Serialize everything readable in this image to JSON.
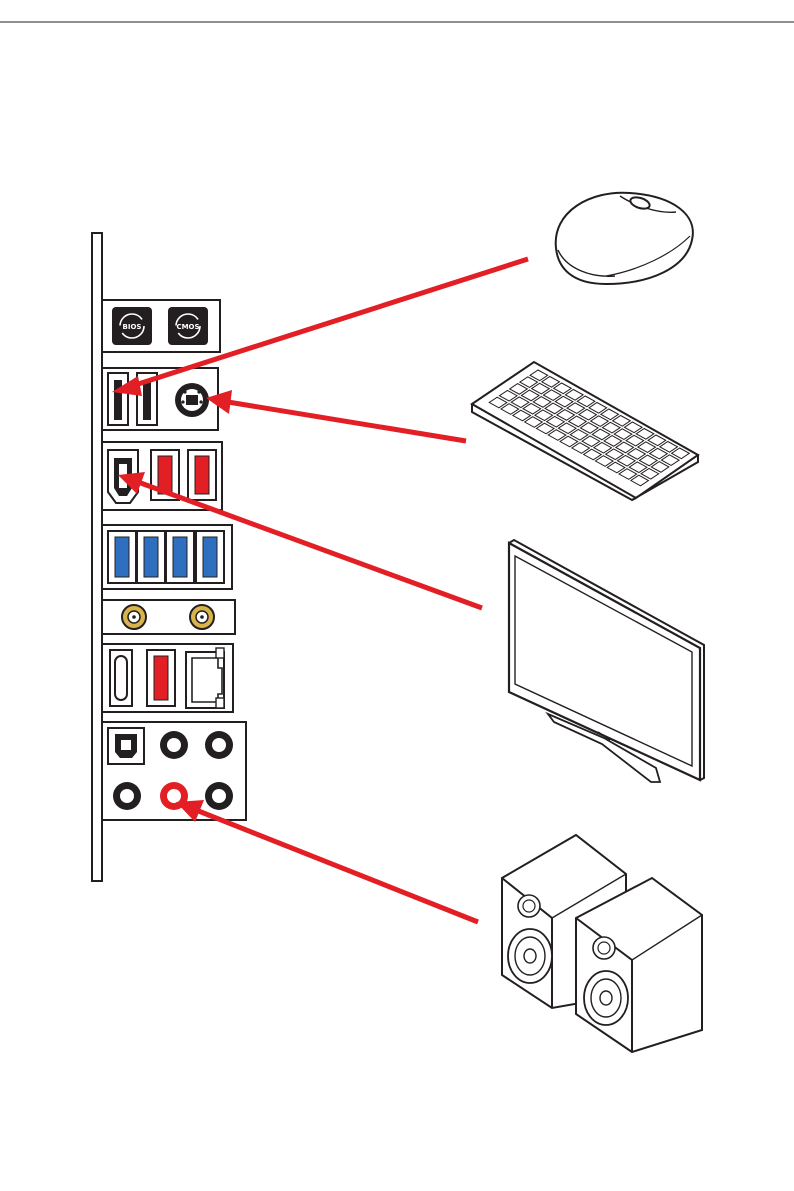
{
  "colors": {
    "cable": "#e31f26",
    "outline": "#231f20",
    "usb2": "#231f20",
    "usb3": "#2f6fbf",
    "usb_red": "#e31f26",
    "antenna": "#d9b44a",
    "audio_active": "#e31f26"
  },
  "panel": {
    "buttons": [
      {
        "label": "BIOS",
        "icon": "bios-flashback-icon"
      },
      {
        "label": "CMOS",
        "icon": "clear-cmos-icon"
      }
    ],
    "rows": [
      {
        "name": "usb-ps2-row",
        "ports": [
          "usb2",
          "usb2",
          "ps2"
        ]
      },
      {
        "name": "hdmi-usb-row",
        "ports": [
          "hdmi",
          "usb-red",
          "usb-red"
        ]
      },
      {
        "name": "usb3-row",
        "ports": [
          "usb3",
          "usb3",
          "usb3",
          "usb3"
        ]
      },
      {
        "name": "wifi-antenna-row",
        "ports": [
          "antenna",
          "antenna"
        ]
      },
      {
        "name": "usbc-lan-row",
        "ports": [
          "usb-c",
          "usb-red",
          "lan"
        ]
      },
      {
        "name": "audio-row",
        "ports": [
          "optical-out",
          "audio",
          "audio",
          "audio",
          "audio-line-out",
          "audio"
        ]
      }
    ]
  },
  "devices": [
    {
      "name": "mouse",
      "icon": "mouse-icon",
      "connects_to": "usb2"
    },
    {
      "name": "keyboard",
      "icon": "keyboard-icon",
      "connects_to": "ps2"
    },
    {
      "name": "monitor",
      "icon": "monitor-icon",
      "connects_to": "hdmi"
    },
    {
      "name": "speakers",
      "icon": "speakers-icon",
      "connects_to": "audio-line-out"
    }
  ],
  "page_number": ""
}
